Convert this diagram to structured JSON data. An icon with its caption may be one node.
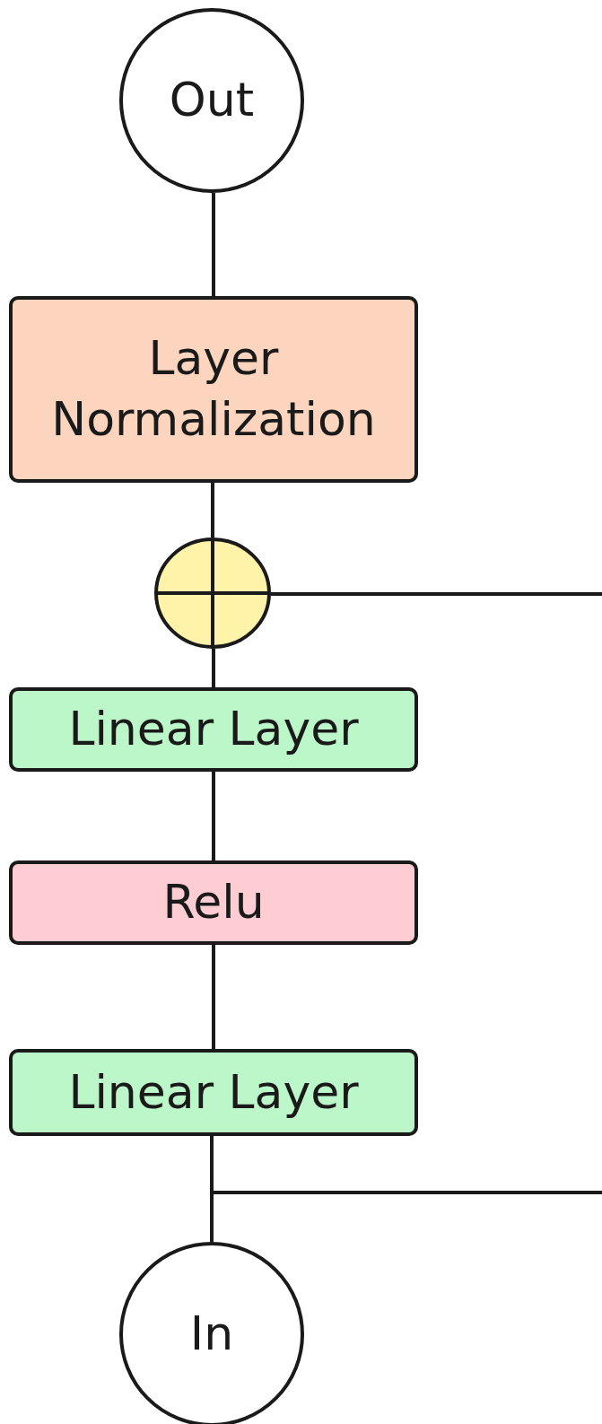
{
  "diagram": {
    "nodes": [
      {
        "text": [
          "Out"
        ]
      },
      {
        "text": [
          "Layer Normalization"
        ]
      },
      {
        "text": [],
        "shape": "circle"
      },
      {
        "text": [
          "Linear Layer"
        ]
      },
      {
        "text": [
          "Relu"
        ]
      },
      {
        "text": [
          "Linear Layer"
        ]
      },
      {
        "text": [
          "In"
        ]
      }
    ],
    "edges": [
      {
        "from": 1,
        "to": 0,
        "arrow": "none"
      },
      {
        "from": 2,
        "to": 1,
        "arrow": "none"
      },
      {
        "from": 3,
        "to": 2,
        "arrow": "none"
      },
      {
        "from": 4,
        "to": 3,
        "arrow": "none"
      },
      {
        "from": 5,
        "to": 4,
        "arrow": "none"
      },
      {
        "from": 6,
        "to": 5,
        "arrow": "none"
      },
      {
        "from": 6,
        "to": 2,
        "arrow": "none"
      }
    ]
  }
}
